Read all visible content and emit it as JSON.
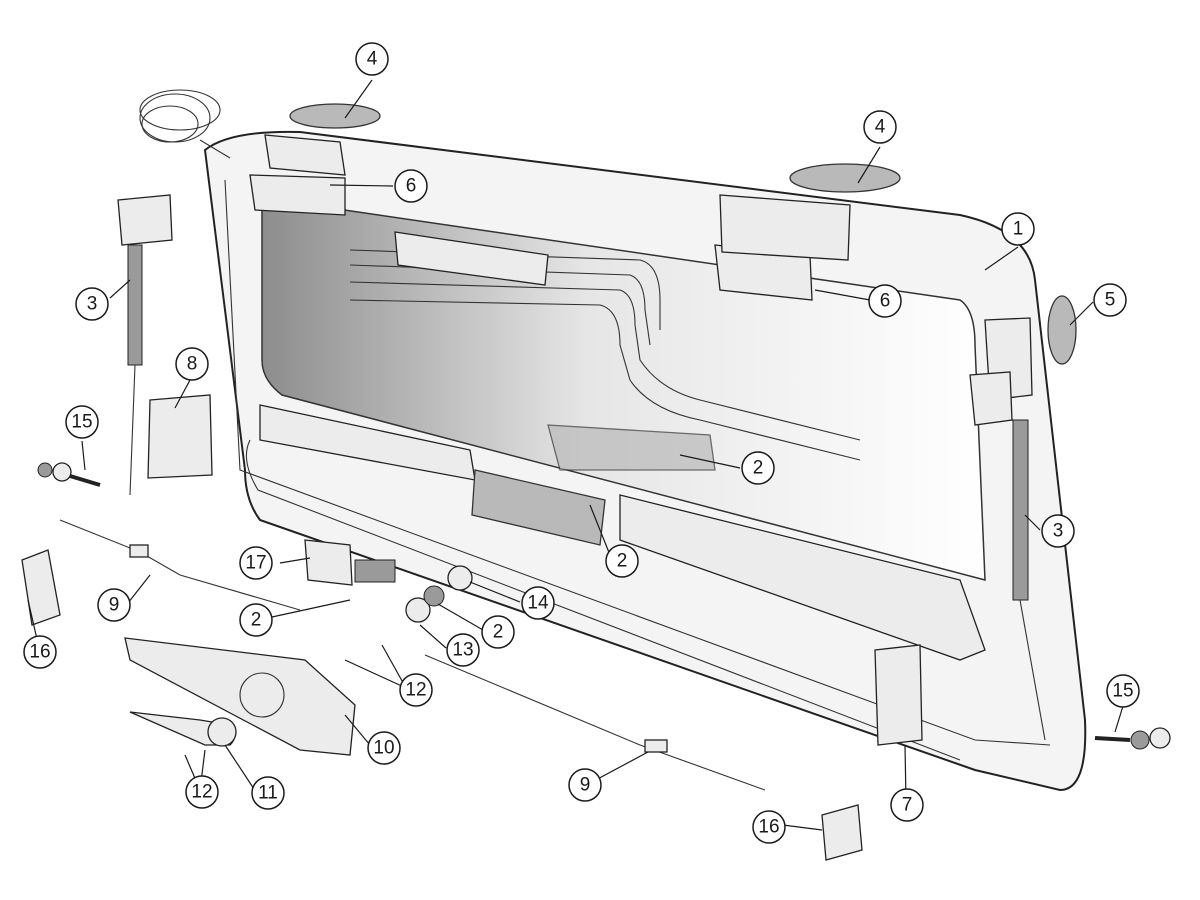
{
  "diagram": {
    "callouts": [
      {
        "id": "c1a",
        "label": "1"
      },
      {
        "id": "c2a",
        "label": "2"
      },
      {
        "id": "c2b",
        "label": "2"
      },
      {
        "id": "c2c",
        "label": "2"
      },
      {
        "id": "c2d",
        "label": "2"
      },
      {
        "id": "c3a",
        "label": "3"
      },
      {
        "id": "c3b",
        "label": "3"
      },
      {
        "id": "c4a",
        "label": "4"
      },
      {
        "id": "c4b",
        "label": "4"
      },
      {
        "id": "c5a",
        "label": "5"
      },
      {
        "id": "c6a",
        "label": "6"
      },
      {
        "id": "c6b",
        "label": "6"
      },
      {
        "id": "c7a",
        "label": "7"
      },
      {
        "id": "c8a",
        "label": "8"
      },
      {
        "id": "c9a",
        "label": "9"
      },
      {
        "id": "c9b",
        "label": "9"
      },
      {
        "id": "c10a",
        "label": "10"
      },
      {
        "id": "c11a",
        "label": "11"
      },
      {
        "id": "c12a",
        "label": "12"
      },
      {
        "id": "c12b",
        "label": "12"
      },
      {
        "id": "c13a",
        "label": "13"
      },
      {
        "id": "c14a",
        "label": "14"
      },
      {
        "id": "c15a",
        "label": "15"
      },
      {
        "id": "c15b",
        "label": "15"
      },
      {
        "id": "c16a",
        "label": "16"
      },
      {
        "id": "c16b",
        "label": "16"
      },
      {
        "id": "c17a",
        "label": "17"
      }
    ]
  }
}
